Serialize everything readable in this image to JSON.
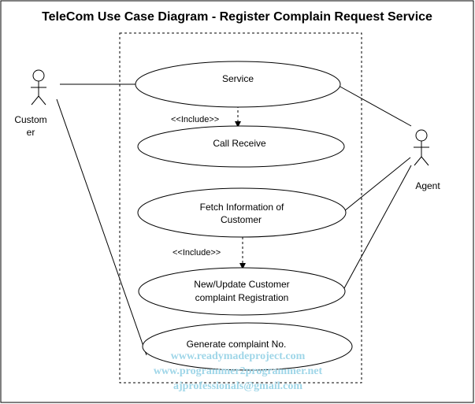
{
  "diagram": {
    "title": "TeleCom Use Case Diagram -  Register Complain Request Service",
    "actors": {
      "customer": {
        "label_line1": "Custom",
        "label_line2": "er"
      },
      "agent": {
        "label": "Agent"
      }
    },
    "use_cases": {
      "service": {
        "label": "Service"
      },
      "call_receive": {
        "label": "Call Receive"
      },
      "fetch_info": {
        "label_line1": "Fetch Information  of",
        "label_line2": "Customer"
      },
      "new_update": {
        "label_line1": "New/Update  Customer",
        "label_line2": "complaint Registration"
      },
      "generate": {
        "label": "Generate  complaint No."
      }
    },
    "relations": {
      "include_1": "<<Include>>",
      "include_2": "<<Include>>"
    },
    "watermark": {
      "line1": "www.readymadeproject.com",
      "line2": "www.programmer2programmer.net",
      "line3": "ajprofessionals@gmail.com"
    }
  }
}
